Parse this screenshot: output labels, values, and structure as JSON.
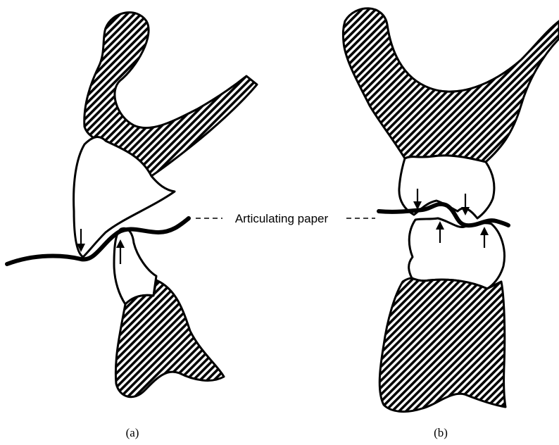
{
  "annotation": {
    "label": "Articulating paper"
  },
  "panels": [
    {
      "caption": "(a)"
    },
    {
      "caption": "(b)"
    }
  ],
  "colors": {
    "ink": "#000000",
    "background": "#ffffff"
  }
}
